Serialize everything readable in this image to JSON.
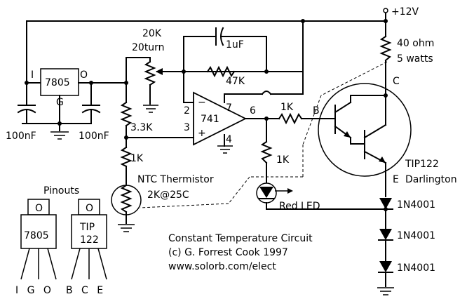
{
  "diagram": {
    "title": "Constant Temperature Circuit",
    "author": "(c) G. Forrest Cook   1997",
    "url": "www.solorb.com/elect",
    "supply": "+12V",
    "regulator": {
      "name": "7805",
      "pin_in": "I",
      "pin_gnd": "G",
      "pin_out": "O"
    },
    "caps": {
      "c_in": "100nF",
      "c_out": "100nF",
      "c_fb": "1uF"
    },
    "pot": {
      "value": "20K",
      "turns": "20turn"
    },
    "resistors": {
      "r_fb": "47K",
      "r_div": "3.3K",
      "r_series": "1K",
      "r_base": "1K",
      "r_led": "1K",
      "r_heater": "40 ohm",
      "r_heater_power": "5 watts"
    },
    "opamp": {
      "name": "741",
      "pin2": "2",
      "pin3": "3",
      "pin4": "4",
      "pin6": "6",
      "pin7": "7",
      "minus": "−",
      "plus": "+"
    },
    "thermistor": {
      "name": "NTC Thermistor",
      "value": "2K@25C"
    },
    "transistor": {
      "name": "TIP122",
      "type": "Darlington",
      "b": "B",
      "c": "C",
      "e": "E"
    },
    "led": "Red LED",
    "diodes": [
      "1N4001",
      "1N4001",
      "1N4001"
    ],
    "pinouts": {
      "title": "Pinouts",
      "pkg1_label": "7805",
      "pkg1_pins": "I G O",
      "pkg2_label1": "TIP",
      "pkg2_label2": "122",
      "pkg2_pins": "B C E",
      "tab_mark": "O"
    }
  },
  "colors": {
    "line": "#000000",
    "background": "#ffffff"
  }
}
